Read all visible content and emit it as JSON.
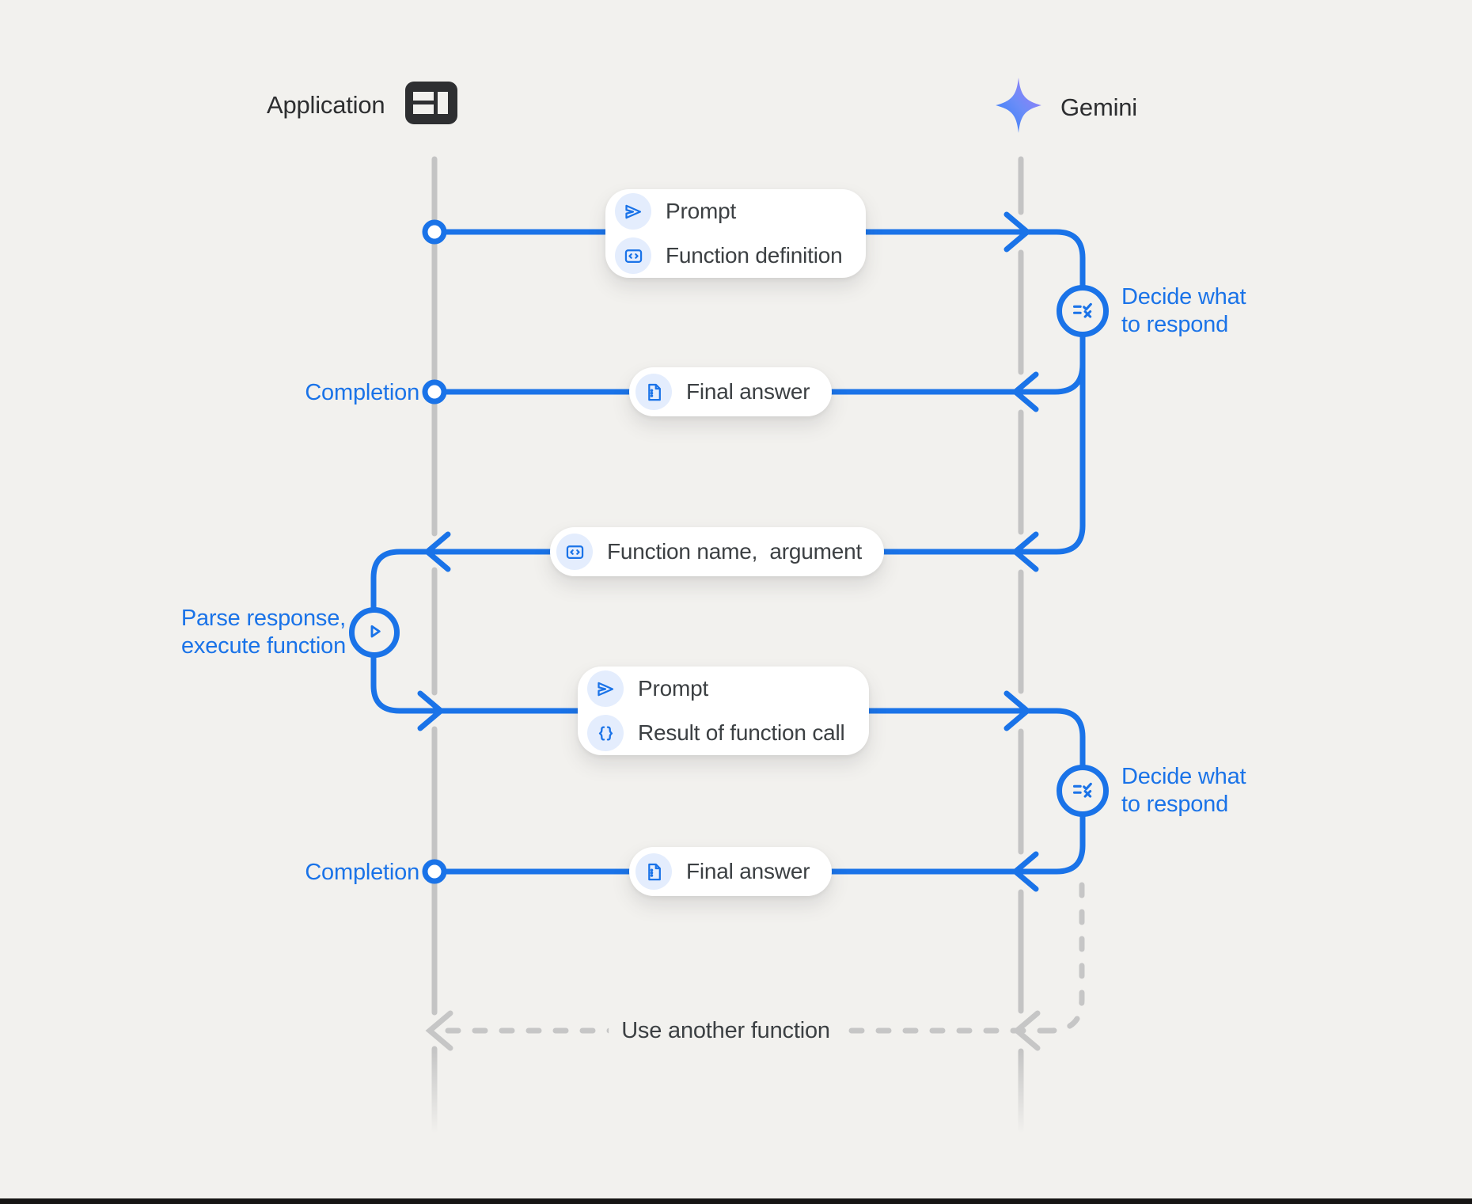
{
  "diagram": {
    "actors": {
      "application": {
        "label": "Application",
        "icon": "app-window-icon"
      },
      "gemini": {
        "label": "Gemini",
        "icon": "gemini-star-icon"
      }
    },
    "messages": [
      {
        "from": "application",
        "to": "gemini",
        "items": [
          {
            "icon": "send-icon",
            "label": "Prompt"
          },
          {
            "icon": "code-square-icon",
            "label": "Function definition"
          }
        ]
      },
      {
        "from": "gemini",
        "to": "application",
        "endpoint_label": "Completion",
        "items": [
          {
            "icon": "document-icon",
            "label": "Final answer"
          }
        ]
      },
      {
        "from": "gemini",
        "to": "application",
        "items": [
          {
            "icon": "code-square-icon",
            "label": "Function name,  argument"
          }
        ]
      },
      {
        "from": "application",
        "to": "gemini",
        "items": [
          {
            "icon": "send-icon",
            "label": "Prompt"
          },
          {
            "icon": "braces-icon",
            "label": "Result of function call"
          }
        ]
      },
      {
        "from": "gemini",
        "to": "application",
        "endpoint_label": "Completion",
        "items": [
          {
            "icon": "document-icon",
            "label": "Final answer"
          }
        ]
      }
    ],
    "gemini_annotations": [
      {
        "icon": "rule-icon",
        "line1": "Decide what",
        "line2": "to respond"
      },
      {
        "icon": "rule-icon",
        "line1": "Decide what",
        "line2": "to respond"
      }
    ],
    "application_annotation": {
      "icon": "play-icon",
      "line1": "Parse response,",
      "line2": "execute function"
    },
    "loop": {
      "label": "Use another function"
    },
    "colors": {
      "accent_blue": "#1a73e8",
      "lifeline_gray": "#c4c4c4",
      "card_text": "#3c4043",
      "background": "#f2f1ee",
      "icon_badge_bg": "#e4edfd",
      "star_gradient": [
        "#2f7cf6",
        "#a678f7"
      ]
    }
  }
}
